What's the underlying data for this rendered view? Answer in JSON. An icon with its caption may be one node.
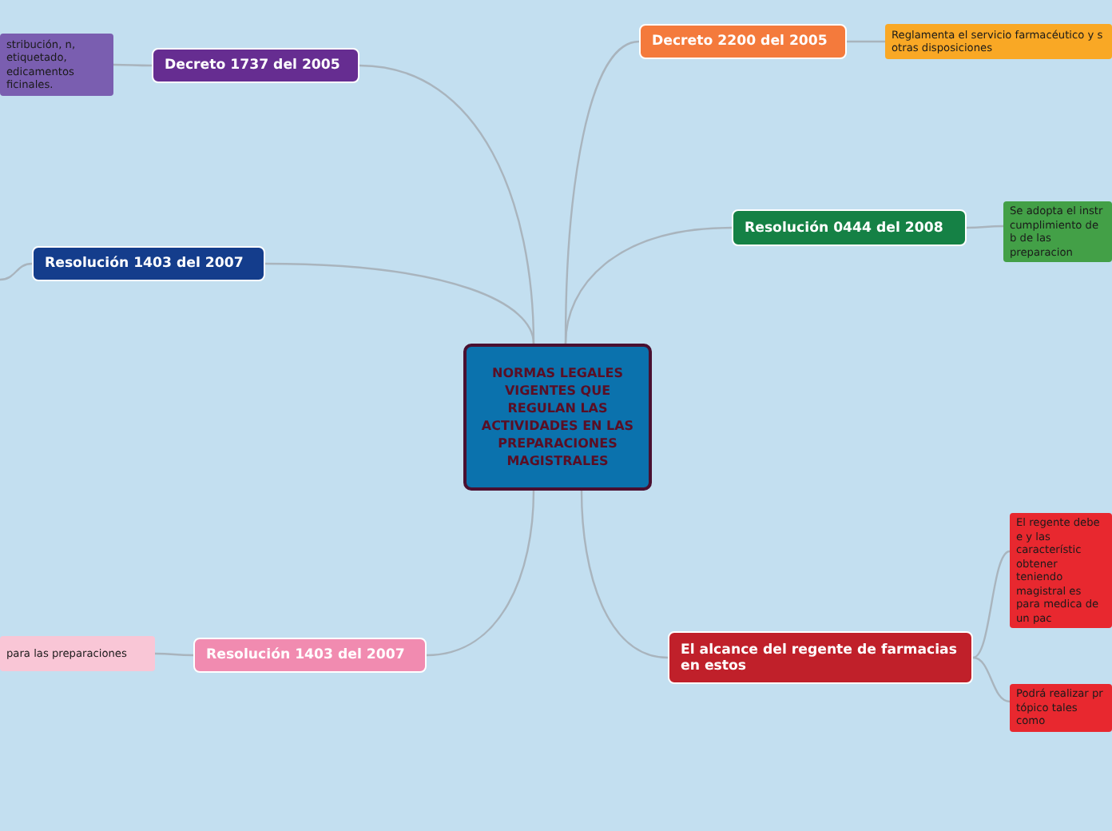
{
  "diagram": {
    "nodes": [
      {
        "text": [
          "NORMAS LEGALES VIGENTES QUE REGULAN LAS ACTIVIDADES EN LAS PREPARACIONES MAGISTRALES"
        ]
      },
      {
        "text": [
          "Decreto 1737 del 2005"
        ]
      },
      {
        "text": [
          "stribución, n, etiquetado, edicamentos ficinales."
        ]
      },
      {
        "text": [
          "Resolución 1403 del 2007"
        ]
      },
      {
        "text": [
          "Resolución 1403 del 2007"
        ]
      },
      {
        "text": [
          "para las preparaciones"
        ]
      },
      {
        "text": [
          "Decreto 2200 del 2005"
        ]
      },
      {
        "text": [
          "Reglamenta el servicio farmacéutico y s otras disposiciones"
        ]
      },
      {
        "text": [
          "Resolución 0444 del 2008"
        ]
      },
      {
        "text": [
          "Se adopta el instr cumplimiento de b de las preparacion"
        ]
      },
      {
        "text": [
          "El alcance del regente de farmacias en estos"
        ]
      },
      {
        "text": [
          "El regente debe e y las característic obtener teniendo magistral es para medica de un pac"
        ]
      },
      {
        "text": [
          "Podrá realizar pr tópico tales como"
        ]
      }
    ],
    "edges": [
      {
        "from": 0,
        "to": 1,
        "arrow": "none"
      },
      {
        "from": 0,
        "to": 3,
        "arrow": "none"
      },
      {
        "from": 0,
        "to": 4,
        "arrow": "none"
      },
      {
        "from": 0,
        "to": 6,
        "arrow": "none"
      },
      {
        "from": 0,
        "to": 8,
        "arrow": "none"
      },
      {
        "from": 0,
        "to": 10,
        "arrow": "none"
      },
      {
        "from": 1,
        "to": 2,
        "arrow": "none"
      },
      {
        "from": 3,
        "to": null,
        "arrow": "none"
      },
      {
        "from": 4,
        "to": 5,
        "arrow": "none"
      },
      {
        "from": 6,
        "to": 7,
        "arrow": "none"
      },
      {
        "from": 8,
        "to": 9,
        "arrow": "none"
      },
      {
        "from": 10,
        "to": 11,
        "arrow": "none"
      },
      {
        "from": 10,
        "to": 12,
        "arrow": "none"
      }
    ]
  }
}
